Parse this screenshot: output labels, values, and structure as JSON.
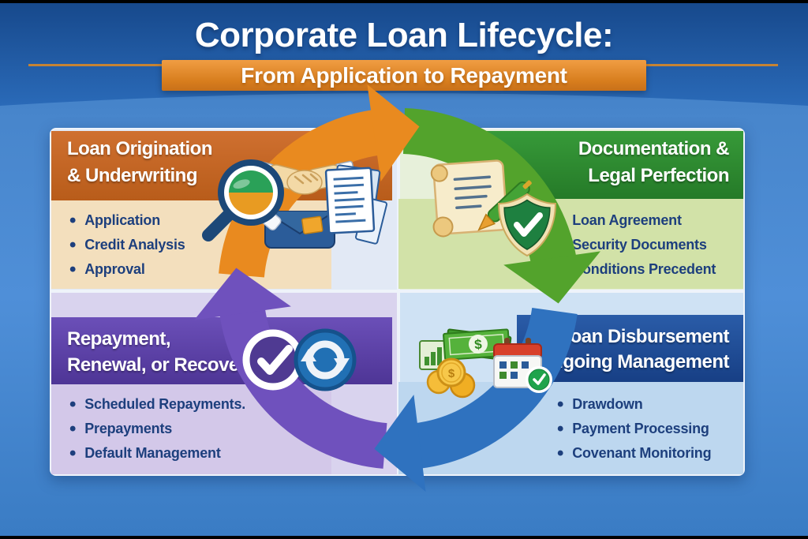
{
  "title": "Corporate Loan Lifecycle:",
  "subtitle": "From Application to Repayment",
  "quadrants": {
    "origination": {
      "line1": "Loan Origination",
      "line2": "& Underwriting",
      "bullets": [
        "Application",
        "Credit Analysis",
        "Approval"
      ],
      "header_color": "#c2661f",
      "body_color": "#f3dfbd",
      "arrow_color": "#e98a1f"
    },
    "documentation": {
      "line1": "Documentation &",
      "line2": "Legal Perfection",
      "bullets": [
        "Loan Agreement",
        "Security Documents",
        "Conditions Precedent"
      ],
      "header_color": "#2e8c30",
      "body_color": "#d2e2a8",
      "arrow_color": "#53a32c"
    },
    "disbursement": {
      "line1": "Loan Disbursement",
      "line2": "& Ongoing Management",
      "bullets": [
        "Drawdown",
        "Payment Processing",
        "Covenant Monitoring"
      ],
      "header_color": "#1e4b94",
      "body_color": "#bdd7ef",
      "arrow_color": "#2f72bf"
    },
    "repayment": {
      "line1": "Repayment,",
      "line2": "Renewal, or Recovery",
      "bullets": [
        "Scheduled Repayments.",
        "Prepayments",
        "Default Management"
      ],
      "header_color": "#5a3fa6",
      "body_color": "#d3c8e9",
      "arrow_color": "#6f51bd"
    }
  },
  "cycle": {
    "direction": "clockwise",
    "order": [
      "origination",
      "documentation",
      "disbursement",
      "repayment"
    ]
  },
  "icons": [
    "magnifier-chart-icon",
    "handshake-icon",
    "briefcase-icon",
    "documents-icon",
    "scroll-pen-icon",
    "shield-check-icon",
    "bar-chart-icon",
    "cash-icon",
    "coins-icon",
    "calendar-check-icon",
    "check-circle-icon",
    "renewal-cycle-icon"
  ],
  "colors": {
    "background_top": "#1d55a0",
    "background_main": "#4886cc",
    "banner_orange": "#d77d1d",
    "bullet_text": "#1d3f7d",
    "title_text": "#ffffff"
  }
}
